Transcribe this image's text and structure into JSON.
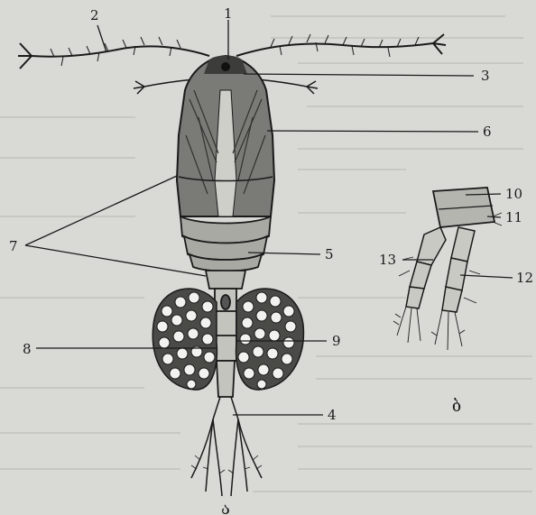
{
  "figure": {
    "labels": {
      "l1": "1",
      "l2": "2",
      "l3": "3",
      "l4": "4",
      "l5": "5",
      "l6": "6",
      "l7": "7",
      "l8": "8",
      "l9": "9",
      "l10": "10",
      "l11": "11",
      "l12": "12",
      "l13": "13"
    },
    "captions": {
      "a": "ა",
      "b": "ბ"
    },
    "colors": {
      "background": "#d9d9d5",
      "ink": "#1a1a1a",
      "shell": "#6f6f6c",
      "egg": "#f2f2ee"
    }
  }
}
